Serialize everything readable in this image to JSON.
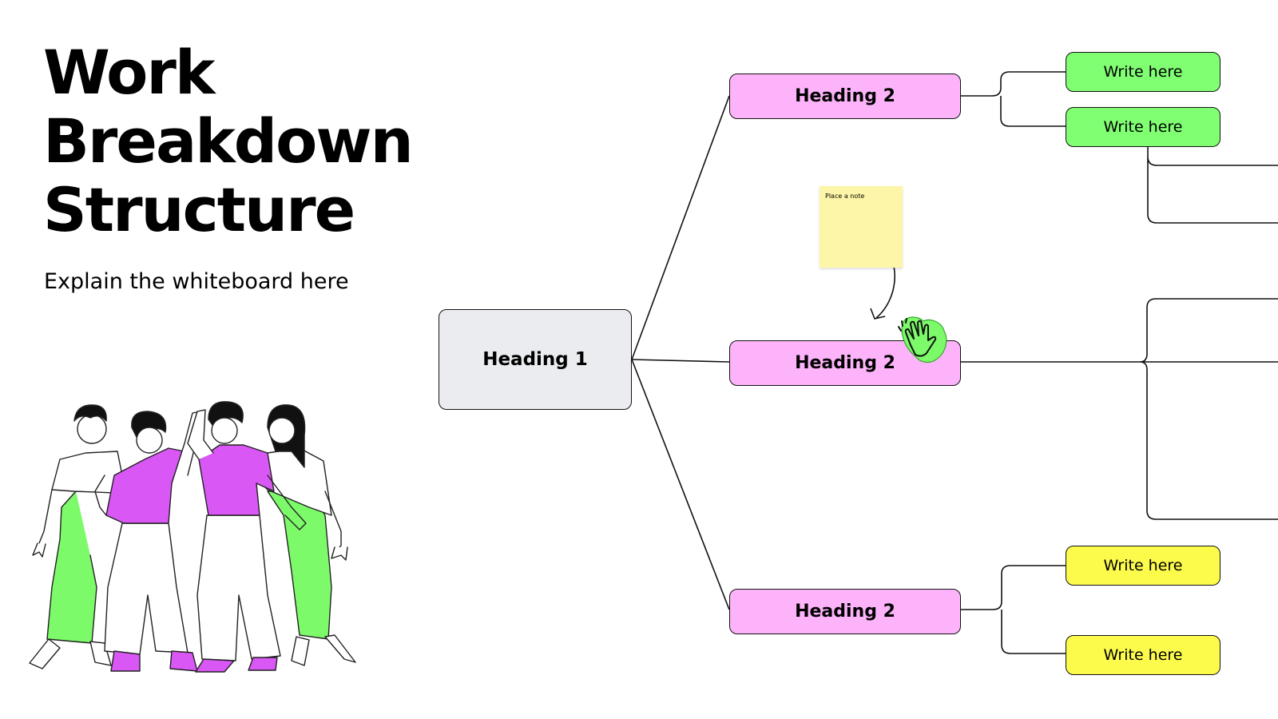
{
  "title_lines": [
    "Work",
    "Breakdown",
    "Structure"
  ],
  "subtitle": "Explain the whiteboard here",
  "diagram": {
    "root": "Heading 1",
    "branches": [
      {
        "label": "Heading 2",
        "children": [
          "Write here",
          "Write here"
        ],
        "child_color": "green"
      },
      {
        "label": "Heading 2",
        "children": [],
        "child_color": ""
      },
      {
        "label": "Heading 2",
        "children": [
          "Write here",
          "Write here"
        ],
        "child_color": "yellow"
      }
    ]
  },
  "sticky_note": {
    "text": "Place a note"
  },
  "colors": {
    "root_fill": "#ebecef",
    "branch_fill": "#fdb3f9",
    "leaf_green": "#80ff72",
    "leaf_yellow": "#fcfb4c",
    "sticky_fill": "#fdf6a8",
    "illustration_magenta": "#d957f5",
    "illustration_green": "#7dfa6a"
  },
  "icons": [
    "high-five-hands-icon",
    "team-celebration-illustration",
    "curved-arrow-icon"
  ]
}
